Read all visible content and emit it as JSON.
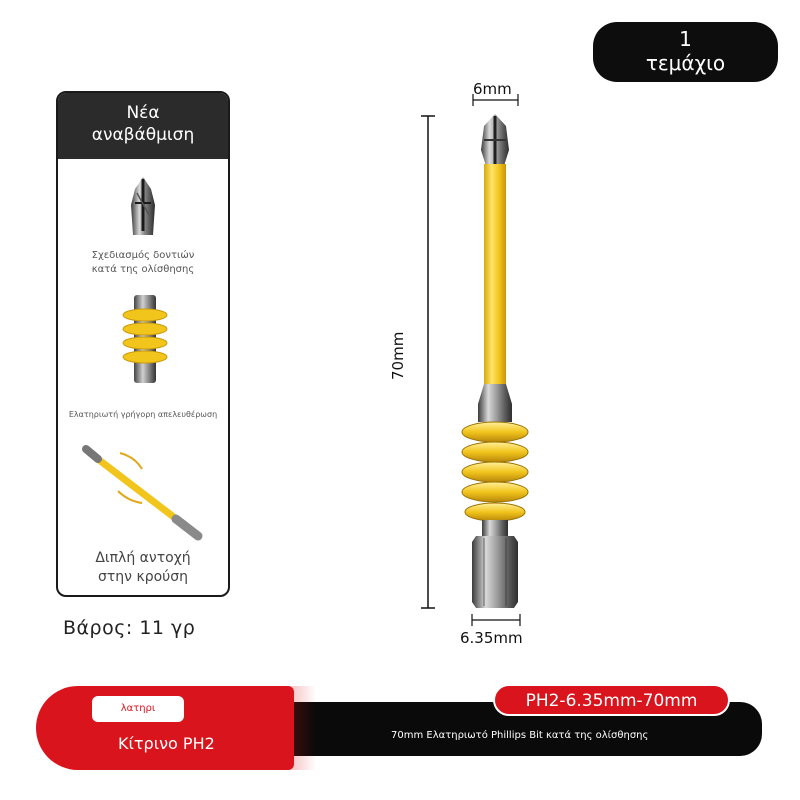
{
  "quantity": {
    "line1": "1",
    "line2": "τεμάχιο"
  },
  "feature_card": {
    "header_line1": "Νέα",
    "header_line2": "αναβάθμιση",
    "features": [
      {
        "icon": "phillips-tip-icon",
        "line1": "Σχεδιασμός δοντιών",
        "line2": "κατά της ολίσθησης"
      },
      {
        "icon": "spring-icon",
        "line1": "Ελατηριωτή γρήγορη απελευθέρωση"
      },
      {
        "icon": "impact-bit-icon",
        "line1": "Διπλή αντοχή",
        "line2": "στην κρούση"
      }
    ]
  },
  "weight": "Βάρος: 11 γρ",
  "dimensions": {
    "tip_width": "6mm",
    "length": "70mm",
    "shank_width": "6.35mm"
  },
  "banner": {
    "chip_text": "λατηρι",
    "variant": "Κίτρινο PH2",
    "spec": "PH2-6.35mm-70mm",
    "description": "70mm Ελατηριωτό Phillips Bit κατά της ολίσθησης"
  },
  "colors": {
    "accent_red": "#d9141c",
    "bit_yellow": "#f2c51c",
    "dark": "#0d0d0d"
  }
}
